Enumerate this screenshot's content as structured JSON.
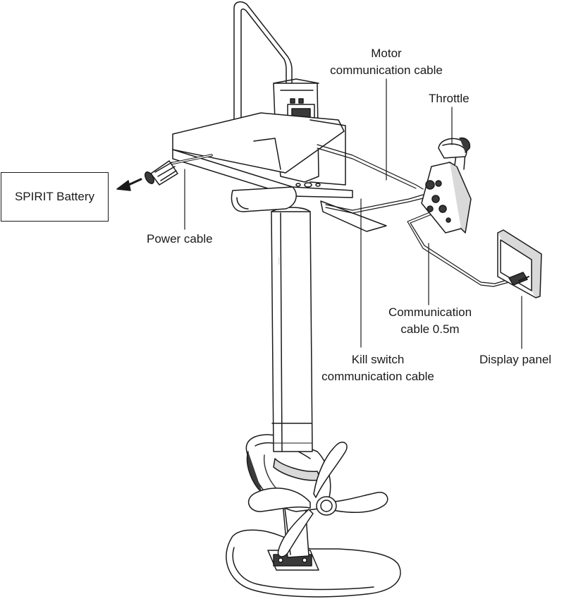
{
  "labels": {
    "motor_comm": [
      "Motor",
      "communication cable"
    ],
    "throttle": "Throttle",
    "battery": "SPIRIT Battery",
    "power_cable": "Power cable",
    "comm_cable": [
      "Communication",
      "cable 0.5m"
    ],
    "kill_switch": [
      "Kill switch",
      "communication cable"
    ],
    "display_panel": "Display panel"
  },
  "colors": {
    "stroke": "#1a1a1a",
    "fill": "#ffffff",
    "shade": "#d9d9d9",
    "dark": "#3a3a3a"
  }
}
